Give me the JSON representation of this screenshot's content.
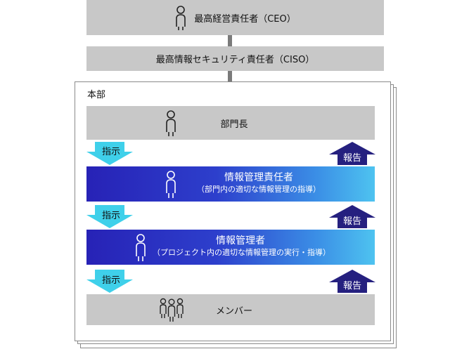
{
  "top": {
    "ceo_label": "最高経営責任者（CEO）",
    "ciso_label": "最高情報セキュリティ責任者（CISO）"
  },
  "division": {
    "label": "本部",
    "dept_head_label": "部門長",
    "info_mgmt_lead": {
      "title": "情報管理責任者",
      "subtitle": "（部門内の適切な情報管理の指導）"
    },
    "info_manager": {
      "title": "情報管理者",
      "subtitle": "（プロジェクト内の適切な情報管理の実行・指導）"
    },
    "members_label": "メンバー"
  },
  "flow": {
    "instruct_label": "指示",
    "report_label": "報告"
  },
  "colors": {
    "grey_box": "#c8c8c8",
    "blue_start": "#2722b6",
    "blue_end": "#4ec3f0",
    "instruct_arrow": "#3fd0ea",
    "report_arrow": "#25207f"
  },
  "icons": {
    "person": "person-icon",
    "group": "group-icon"
  }
}
